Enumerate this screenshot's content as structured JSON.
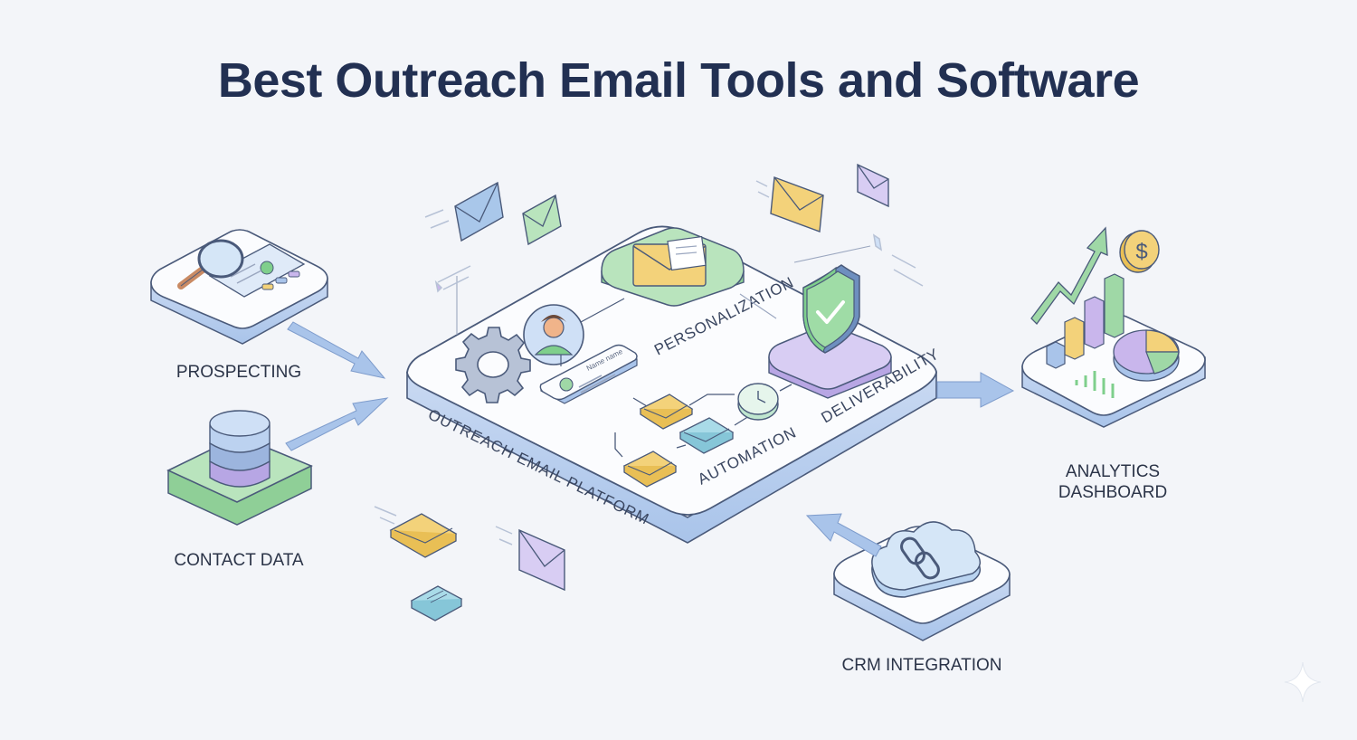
{
  "title": "Best Outreach Email Tools and Software",
  "labels": {
    "prospecting": "PROSPECTING",
    "contact_data": "CONTACT DATA",
    "platform": "OUTREACH EMAIL PLATFORM",
    "personalization": "PERSONALIZATION",
    "deliverability": "DELIVERABILITY",
    "automation": "AUTOMATION",
    "analytics_line1": "ANALYTICS",
    "analytics_line2": "DASHBOARD",
    "crm": "CRM INTEGRATION",
    "name_card": "Name name"
  },
  "icons": {
    "dollar": "$"
  },
  "colors": {
    "background": "#f3f5f9",
    "title": "#223052",
    "arrow": "#a9c4ea",
    "green": "#9fd8a6",
    "yellow": "#f3d27a",
    "blue": "#a9c7ea",
    "purple": "#c9b6ec",
    "outline": "#4a5a7a"
  }
}
